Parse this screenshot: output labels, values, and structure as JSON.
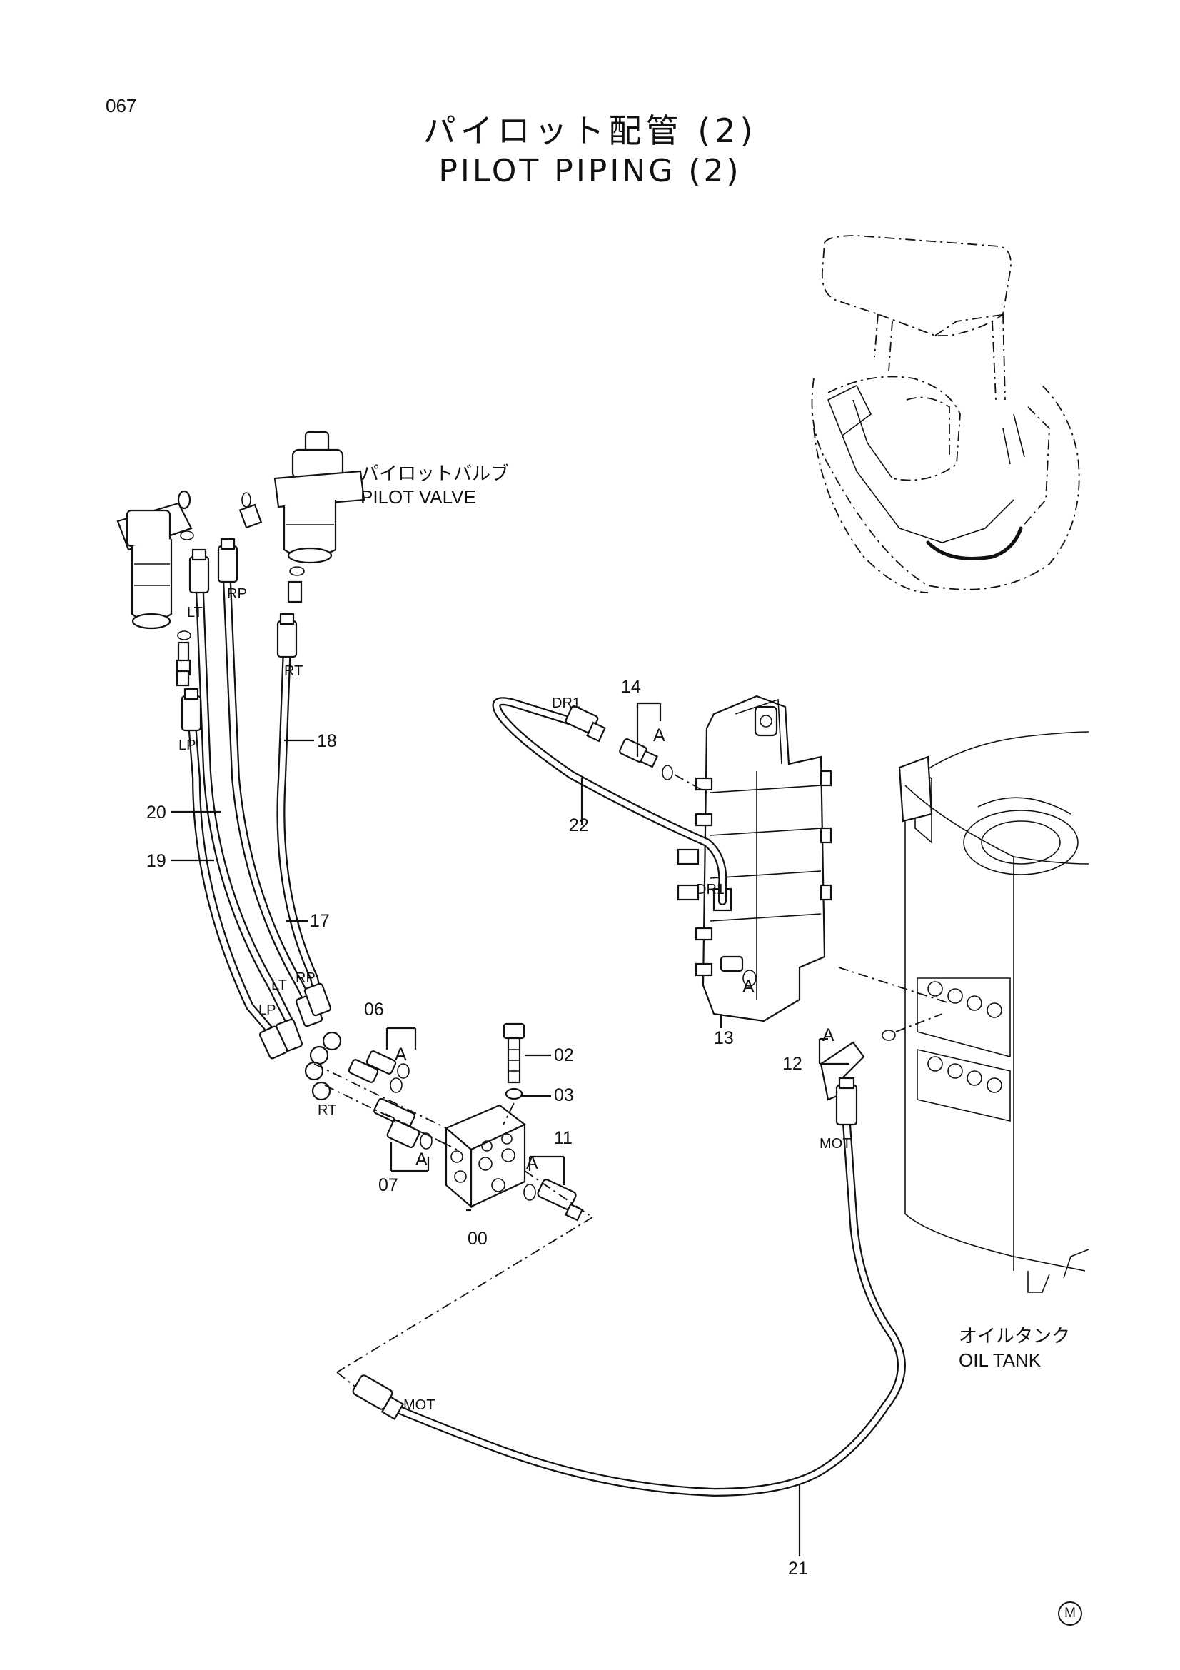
{
  "page_number": "067",
  "title_ja": "パイロット配管 (2)",
  "title_en": "PILOT PIPING (2)",
  "mark": "M",
  "captions": {
    "pilot_valve_ja": "パイロットバルブ",
    "pilot_valve_en": "PILOT VALVE",
    "oil_tank_ja": "オイルタンク",
    "oil_tank_en": "OIL TANK"
  },
  "part_numbers": {
    "p00": "00",
    "p02": "02",
    "p03": "03",
    "p06": "06",
    "p07": "07",
    "p11": "11",
    "p12": "12",
    "p13": "13",
    "p14": "14",
    "p17": "17",
    "p18": "18",
    "p19": "19",
    "p20": "20",
    "p21": "21",
    "p22": "22"
  },
  "port_labels": {
    "lt_top": "LT",
    "rp_top": "RP",
    "rt_top": "RT",
    "lp_top": "LP",
    "lt_bottom": "LT",
    "rp_bottom": "RP",
    "lp_bottom": "LP",
    "rt_bottom": "RT",
    "dr1_top": "DR1",
    "dr1_valve": "DR1",
    "mot_tank": "MOT",
    "mot_bottom": "MOT"
  },
  "ref_labels": {
    "a_14": "A",
    "a_06": "A",
    "a_07": "A",
    "a_11": "A",
    "a_valve": "A",
    "a_12": "A"
  }
}
